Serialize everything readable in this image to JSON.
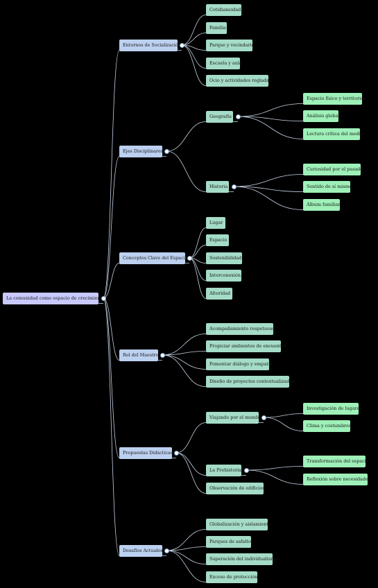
{
  "root": "La comunidad como espacio de crecimiento",
  "branches": [
    {
      "label": "Entornos de Socialización",
      "children": [
        {
          "label": "Cotidianeidad"
        },
        {
          "label": "Familia"
        },
        {
          "label": "Parque y vecindario"
        },
        {
          "label": "Escuela y aula"
        },
        {
          "label": "Ocio y actividades regladas"
        }
      ]
    },
    {
      "label": "Ejes Disciplinares",
      "children": [
        {
          "label": "Geografía",
          "children": [
            {
              "label": "Espacio físico y territorios"
            },
            {
              "label": "Análisis global"
            },
            {
              "label": "Lectura crítica del medio"
            }
          ]
        },
        {
          "label": "Historia",
          "children": [
            {
              "label": "Curiosidad por el pasado"
            },
            {
              "label": "Sentido de sí mismo"
            },
            {
              "label": "Álbum familiar"
            }
          ]
        }
      ]
    },
    {
      "label": "Conceptos Clave del Espacio",
      "children": [
        {
          "label": "Lugar"
        },
        {
          "label": "Espacio"
        },
        {
          "label": "Sostenibilidad"
        },
        {
          "label": "Interconexión"
        },
        {
          "label": "Alteridad"
        }
      ]
    },
    {
      "label": "Rol del Maestro",
      "children": [
        {
          "label": "Acompañamiento respetuoso"
        },
        {
          "label": "Propiciar ambientes de encuentro"
        },
        {
          "label": "Fomentar diálogo y empatía"
        },
        {
          "label": "Diseño de proyectos contextualizados"
        }
      ]
    },
    {
      "label": "Propuestas Didácticas",
      "children": [
        {
          "label": "Viajando por el mundo",
          "children": [
            {
              "label": "Investigación de lugares"
            },
            {
              "label": "Clima y costumbres"
            }
          ]
        },
        {
          "label": "La Prehistoria",
          "children": [
            {
              "label": "Transformación del espacio"
            },
            {
              "label": "Reflexión sobre necesidades"
            }
          ]
        },
        {
          "label": "Observación de edificios"
        }
      ]
    },
    {
      "label": "Desafíos Actuales",
      "children": [
        {
          "label": "Globalización y aislamiento"
        },
        {
          "label": "Parques de asfalto"
        },
        {
          "label": "Superación del individualismo"
        },
        {
          "label": "Exceso de protección"
        }
      ]
    }
  ]
}
